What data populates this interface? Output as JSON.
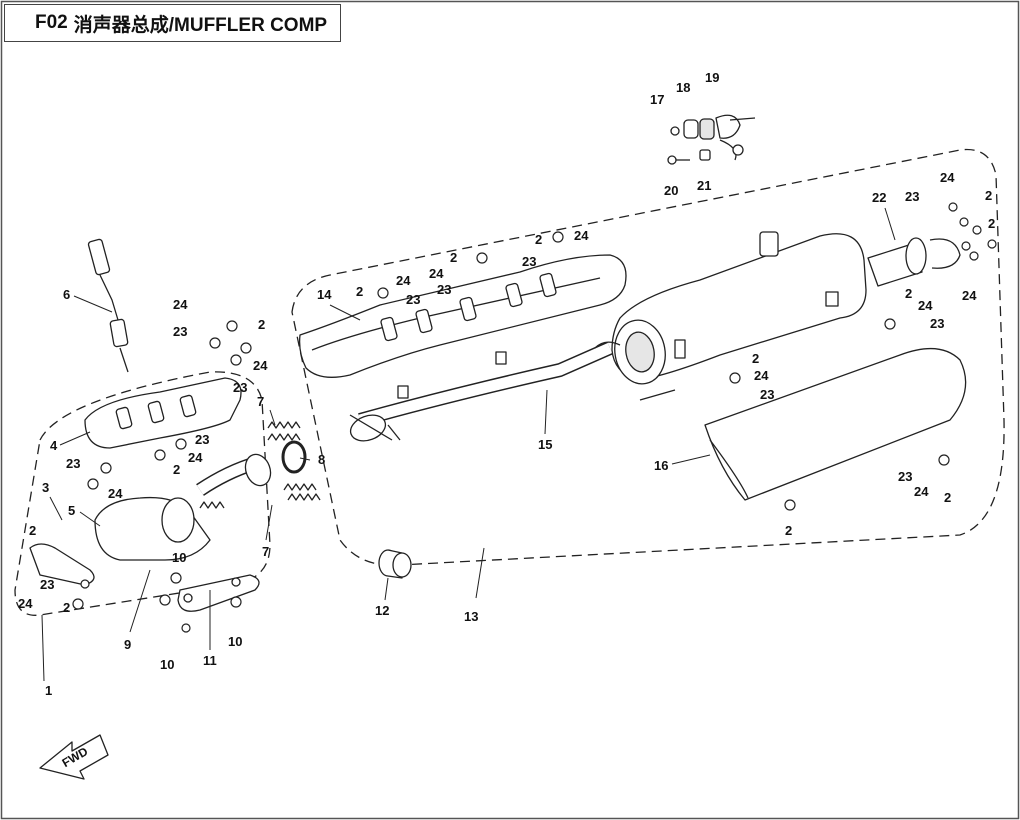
{
  "title": {
    "code": "F02",
    "text": "消声器总成/MUFFLER COMP"
  },
  "fwd_label": "FWD",
  "callouts": {
    "c1": "1",
    "c2a": "2",
    "c2b": "2",
    "c2c": "2",
    "c2d": "2",
    "c2e": "2",
    "c2f": "2",
    "c2g": "2",
    "c2h": "2",
    "c2i": "2",
    "c2j": "2",
    "c2k": "2",
    "c2l": "2",
    "c2m": "2",
    "c3": "3",
    "c4": "4",
    "c5": "5",
    "c6": "6",
    "c7a": "7",
    "c7b": "7",
    "c8": "8",
    "c9": "9",
    "c10a": "10",
    "c10b": "10",
    "c10c": "10",
    "c11": "11",
    "c12": "12",
    "c13": "13",
    "c14": "14",
    "c15": "15",
    "c16": "16",
    "c17": "17",
    "c18": "18",
    "c19": "19",
    "c20": "20",
    "c21": "21",
    "c22": "22",
    "c23a": "23",
    "c23b": "23",
    "c23c": "23",
    "c23d": "23",
    "c23e": "23",
    "c23f": "23",
    "c23g": "23",
    "c23h": "23",
    "c23i": "23",
    "c23j": "23",
    "c23k": "23",
    "c23l": "23",
    "c24a": "24",
    "c24b": "24",
    "c24c": "24",
    "c24d": "24",
    "c24e": "24",
    "c24f": "24",
    "c24g": "24",
    "c24h": "24",
    "c24i": "24",
    "c24j": "24",
    "c24k": "24",
    "c24l": "24",
    "c24m": "24"
  },
  "colors": {
    "line": "#222222",
    "fill": "#ffffff",
    "shade": "#e6e6e6"
  }
}
